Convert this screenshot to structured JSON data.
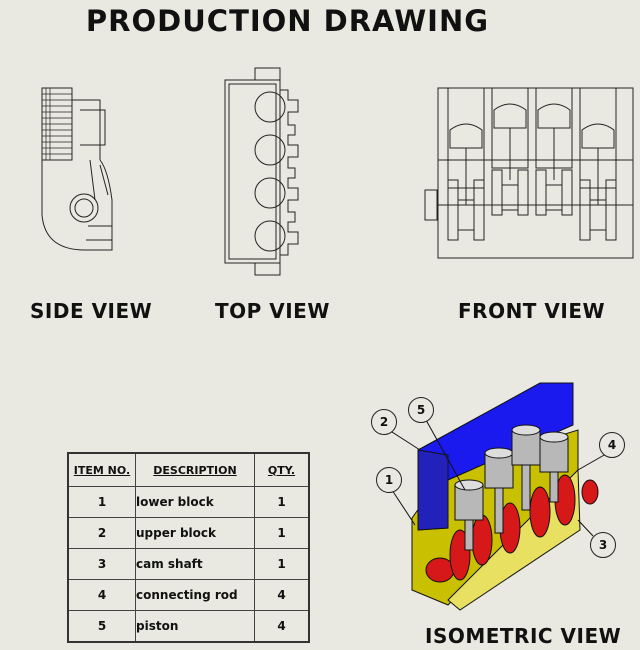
{
  "title": "PRODUCTION DRAWING",
  "views": {
    "side": "SIDE VIEW",
    "top": "TOP VIEW",
    "front": "FRONT VIEW",
    "isometric": "ISOMETRIC VIEW"
  },
  "bom": {
    "headers": [
      "ITEM NO.",
      "DESCRIPTION",
      "QTY."
    ],
    "rows": [
      {
        "item": "1",
        "description": "lower block",
        "qty": "1"
      },
      {
        "item": "2",
        "description": "upper block",
        "qty": "1"
      },
      {
        "item": "3",
        "description": "cam shaft",
        "qty": "1"
      },
      {
        "item": "4",
        "description": "connecting rod",
        "qty": "4"
      },
      {
        "item": "5",
        "description": "piston",
        "qty": "4"
      }
    ]
  },
  "callouts": [
    "1",
    "2",
    "3",
    "4",
    "5"
  ],
  "colors": {
    "upper_block": "#1a1aee",
    "lower_block": "#c8c000",
    "shaft": "#dd1111",
    "piston": "#b8b8b8"
  }
}
